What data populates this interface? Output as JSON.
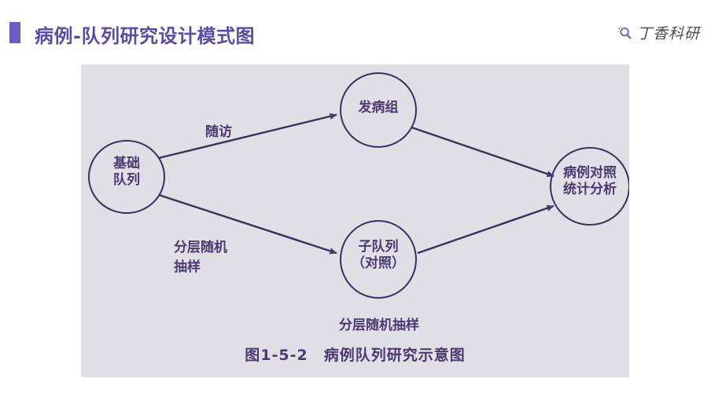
{
  "header": {
    "title": "病例-队列研究设计模式图",
    "accent_color": "#6b5bc4",
    "title_color": "#5b4aa8",
    "brand": {
      "icon": "search-icon",
      "text": "丁香科研"
    }
  },
  "panel": {
    "background_color": "#e1dfe6",
    "ink_color": "#4a3a70"
  },
  "diagram": {
    "nodes": [
      {
        "id": "base-cohort",
        "label_line1": "基础",
        "label_line2": "队列"
      },
      {
        "id": "case-group",
        "label_line1": "发病组",
        "label_line2": ""
      },
      {
        "id": "sub-cohort",
        "label_line1": "子队列",
        "label_line2": "（对照）"
      },
      {
        "id": "analysis",
        "label_line1": "病例对照",
        "label_line2": "统计分析"
      }
    ],
    "edge_labels": [
      {
        "id": "follow-up",
        "text": "随访"
      },
      {
        "id": "stratified-sampling-left-line1",
        "text": "分层随机"
      },
      {
        "id": "stratified-sampling-left-line2",
        "text": "抽样"
      },
      {
        "id": "stratified-sampling-bottom",
        "text": "分层随机抽样"
      }
    ],
    "caption": "图1-5-2　病例队列研究示意图"
  }
}
